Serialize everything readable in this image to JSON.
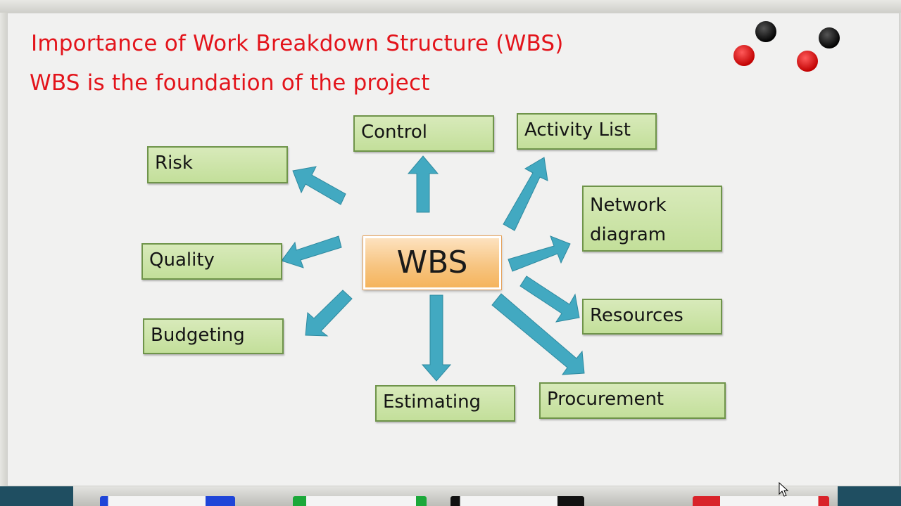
{
  "slide": {
    "title": "Importance of Work Breakdown Structure (WBS)",
    "subtitle": "WBS is the foundation of the project"
  },
  "diagram": {
    "center": "WBS",
    "nodes": {
      "control": "Control",
      "activity_list": "Activity List",
      "risk": "Risk",
      "network_diagram": "Network diagram",
      "quality": "Quality",
      "resources": "Resources",
      "budgeting": "Budgeting",
      "estimating": "Estimating",
      "procurement": "Procurement"
    }
  },
  "colors": {
    "title_red": "#e3141b",
    "node_fill": "#c8e2a2",
    "node_border": "#6f944a",
    "center_fill": "#f7c582",
    "arrow_fill": "#42a9c1",
    "arrow_stroke": "#2f8aa0"
  },
  "decor": {
    "magnets": [
      "black",
      "red",
      "black",
      "red"
    ],
    "markers": [
      "blue",
      "green",
      "black",
      "red"
    ]
  }
}
